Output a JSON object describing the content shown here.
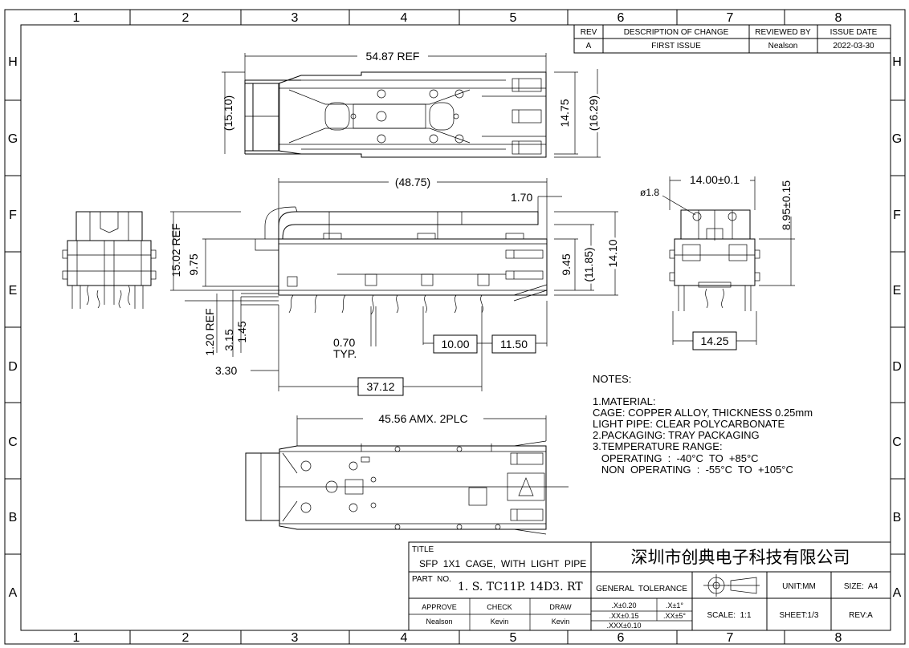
{
  "frame": {
    "columns": [
      "1",
      "2",
      "3",
      "4",
      "5",
      "6",
      "7",
      "8"
    ],
    "rows": [
      "H",
      "G",
      "F",
      "E",
      "D",
      "C",
      "B",
      "A"
    ]
  },
  "revision_table": {
    "headers": [
      "REV",
      "DESCRIPTION OF CHANGE",
      "REVIEWED BY",
      "ISSUE DATE"
    ],
    "row": [
      "A",
      "FIRST ISSUE",
      "Nealson",
      "2022-03-30"
    ]
  },
  "top_view": {
    "width_dim": "54.87  REF",
    "left_dim": "(15.10)",
    "right_dim_1": "14.75",
    "right_dim_2": "(16.29)"
  },
  "side_view": {
    "length_dim": "(48.75)",
    "d_1_70": "1.70",
    "d_15_02": "15.02  REF",
    "d_9_75": "9.75",
    "d_9_45": "9.45",
    "d_11_85": "(11.85)",
    "d_14_10": "14.10",
    "d_1_20": "1.20  REF",
    "d_3_15": "3.15",
    "d_1_45": "1.45",
    "d_3_30": "3.30",
    "d_0_70": "0.70",
    "d_typ": "TYP.",
    "d_10_00": "10.00",
    "d_11_50": "11.50",
    "d_37_12": "37.12"
  },
  "end_view": {
    "width_dim": "14.00±0.1",
    "hole_dim": "ø1.8",
    "height_dim": "8.95±0.15",
    "pcb_dim": "14.25"
  },
  "bottom_view": {
    "length_dim": "45.56  AMX.  2PLC"
  },
  "notes": {
    "heading": "NOTES:",
    "lines": [
      "1.MATERIAL:",
      "CAGE:  COPPER  ALLOY,  THICKNESS  0.25mm",
      "LIGHT  PIPE:  CLEAR  POLYCARBONATE",
      "2.PACKAGING:  TRAY  PACKAGING",
      "3.TEMPERATURE  RANGE:",
      "   OPERATING  :  -40°C  TO  +85°C",
      "   NON  OPERATING  :  -55°C  TO  +105°C"
    ]
  },
  "title_block": {
    "title_label": "TITLE",
    "title": "SFP  1X1  CAGE,  WITH  LIGHT  PIPE",
    "company": "深圳市创典电子科技有限公司",
    "part_label": "PART  NO.",
    "part_no": "1. S. TC11P. 14D3. RT",
    "general_tolerance": "GENERAL  TOLERANCE",
    "approve_label": "APPROVE",
    "check_label": "CHECK",
    "draw_label": "DRAW",
    "approve": "Nealson",
    "check": "Kevin",
    "draw": "Kevin",
    "tol_x": ".X±0.20",
    "tol_xx": ".XX±0.15",
    "tol_xxx": ".XXX±0.10",
    "tol_a1": ".X±1°",
    "tol_a2": ".XX±5°",
    "unit": "UNIT:MM",
    "size": "SIZE:  A4",
    "scale": "SCALE:  1:1",
    "sheet": "SHEET:1/3",
    "rev": "REV:A"
  }
}
